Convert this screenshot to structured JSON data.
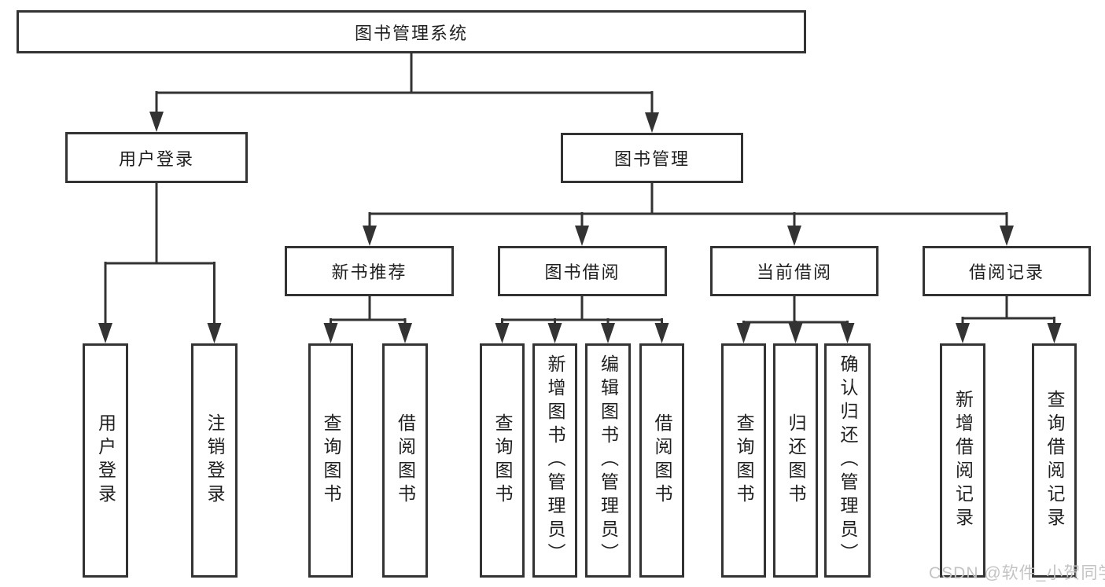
{
  "diagram_type": "hierarchy-tree",
  "colors": {
    "line": "#333333",
    "box_border": "#333333",
    "box_fill": "#ffffff",
    "text": "#1f1f1f",
    "background": "#ffffff",
    "watermark": "#c3c3c3"
  },
  "tree": {
    "label": "图书管理系统",
    "children": [
      {
        "label": "用户登录",
        "children": [
          {
            "label": "用户登录"
          },
          {
            "label": "注销登录"
          }
        ]
      },
      {
        "label": "图书管理",
        "children": [
          {
            "label": "新书推荐",
            "children": [
              {
                "label": "查询图书"
              },
              {
                "label": "借阅图书"
              }
            ]
          },
          {
            "label": "图书借阅",
            "children": [
              {
                "label": "查询图书"
              },
              {
                "label": "新增图书（管理员）"
              },
              {
                "label": "编辑图书（管理员）"
              },
              {
                "label": "借阅图书"
              }
            ]
          },
          {
            "label": "当前借阅",
            "children": [
              {
                "label": "查询图书"
              },
              {
                "label": "归还图书"
              },
              {
                "label": "确认归还（管理员）"
              }
            ]
          },
          {
            "label": "借阅记录",
            "children": [
              {
                "label": "新增借阅记录"
              },
              {
                "label": "查询借阅记录"
              }
            ]
          }
        ]
      }
    ]
  },
  "watermark": {
    "text": "CSDN @软件_小贺同学"
  }
}
